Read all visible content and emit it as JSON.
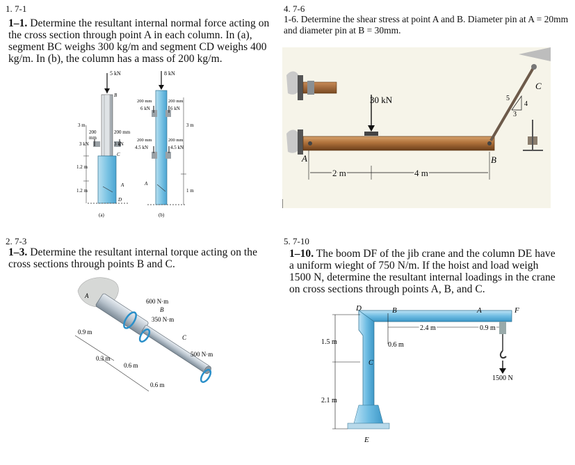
{
  "problems": [
    {
      "label": "1.  7-1",
      "number": "1–1.",
      "text": "Determine the resultant internal normal force acting on the cross section through point A in each column. In (a), segment BC weighs 300 kg/m and segment CD weighs 400 kg/m. In (b), the column has a mass of 200 kg/m.",
      "figure": {
        "labels": {
          "a_load_top": "5 kN",
          "a_3kn_left": "3 kN",
          "a_3kn_right": "3 kN",
          "a_200mm_left": "200",
          "a_mm_left": "mm",
          "a_200mm_right": "200 mm",
          "a_dim_3m": "3 m",
          "a_dim_12m_a": "1.2 m",
          "a_dim_12m_b": "1.2 m",
          "a_pt_B": "B",
          "a_pt_C": "C",
          "a_pt_A": "A",
          "a_pt_D": "D",
          "a_caption": "(a)",
          "b_load_top": "8 kN",
          "b_6kn_left": "6 kN",
          "b_6kn_right": "6 kN",
          "b_45kn_left": "4.5 kN",
          "b_45kn_right": "4.5 kN",
          "b_200mm_1": "200 mm",
          "b_200mm_2": "200 mm",
          "b_200mm_3": "200 mm",
          "b_200mm_4": "200 mm",
          "b_dim_3m": "3 m",
          "b_dim_1m": "1 m",
          "b_pt_A": "A",
          "b_caption": "(b)"
        }
      }
    },
    {
      "label": "2.  7-3",
      "number": "1–3.",
      "text": "Determine the resultant internal torque acting on the cross sections through points B and C.",
      "figure": {
        "labels": {
          "pt_A": "A",
          "pt_B": "B",
          "pt_C": "C",
          "t1": "600 N·m",
          "t2": "350 N·m",
          "t3": "500 N·m",
          "d1": "0.9 m",
          "d2": "0.3 m",
          "d3": "0.6 m",
          "d4": "0.6 m"
        }
      }
    },
    {
      "label": "4.  7-6",
      "number": "1-6.",
      "text": "Determine the shear stress at point A and B. Diameter pin at A = 20mm and diameter pin at B = 30mm.",
      "figure": {
        "labels": {
          "load": "30 kN",
          "pt_A": "A",
          "pt_B": "B",
          "pt_C": "C",
          "dim_2m": "2 m",
          "dim_4m": "4 m",
          "slope_5": "5",
          "slope_4": "4",
          "slope_3": "3"
        }
      }
    },
    {
      "label": "5.  7-10",
      "number": "1–10.",
      "text": "The boom DF of the jib crane and the column DE have a uniform wieght of 750 N/m. If the hoist and load weigh 1500 N, determine the resultant internal loadings in the crane on cross sections through points A, B, and C.",
      "figure": {
        "labels": {
          "pt_D": "D",
          "pt_B": "B",
          "pt_A": "A",
          "pt_F": "F",
          "pt_C": "C",
          "pt_E": "E",
          "dim_24": "2.4 m",
          "dim_09": "0.9 m",
          "dim_06": "0.6 m",
          "dim_15": "1.5 m",
          "dim_21": "2.1 m",
          "load": "1500 N"
        }
      }
    }
  ]
}
